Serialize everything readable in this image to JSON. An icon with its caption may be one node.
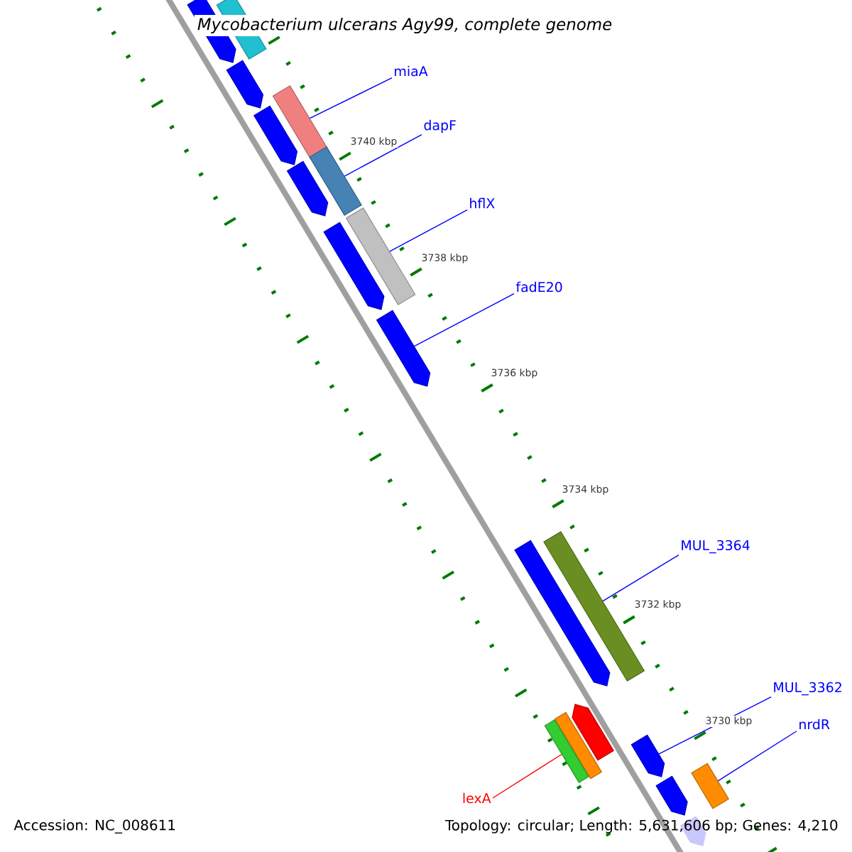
{
  "diagram": {
    "title": "Mycobacterium ulcerans Agy99, complete genome",
    "nodes": [
      {
        "text": [
          "miaA"
        ]
      },
      {
        "text": [
          "dapF"
        ]
      },
      {
        "text": [
          "hflX"
        ]
      },
      {
        "text": [
          "fadE20"
        ]
      },
      {
        "text": [
          "MUL_3364"
        ]
      },
      {
        "text": [
          "MUL_3362"
        ]
      },
      {
        "text": [
          "nrdR"
        ]
      },
      {
        "text": [
          "lexA"
        ]
      },
      {
        "text": [],
        "shape": "bar"
      },
      {
        "text": [],
        "shape": "arrow"
      },
      {
        "text": [],
        "shape": "arrow"
      },
      {
        "text": [],
        "shape": "bar"
      },
      {
        "text": [],
        "shape": "arrow"
      },
      {
        "text": [],
        "shape": "bar"
      },
      {
        "text": [],
        "shape": "arrow"
      },
      {
        "text": [],
        "shape": "bar"
      },
      {
        "text": [],
        "shape": "arrow"
      },
      {
        "text": [],
        "shape": "arrow"
      },
      {
        "text": [],
        "shape": "bar"
      },
      {
        "text": [],
        "shape": "arrow"
      },
      {
        "text": [],
        "shape": "arrow"
      },
      {
        "text": [],
        "shape": "bar"
      },
      {
        "text": [],
        "shape": "bar"
      },
      {
        "text": [],
        "shape": "arrow"
      },
      {
        "text": [],
        "shape": "bar"
      },
      {
        "text": [],
        "shape": "arrow"
      },
      {
        "text": [],
        "shape": "arrow"
      }
    ],
    "edges": [
      {
        "from": 0,
        "to": 11,
        "arrow": "none"
      },
      {
        "from": 1,
        "to": 13,
        "arrow": "none"
      },
      {
        "from": 2,
        "to": 15,
        "arrow": "none"
      },
      {
        "from": 3,
        "to": 17,
        "arrow": "none"
      },
      {
        "from": 4,
        "to": 18,
        "arrow": "none"
      },
      {
        "from": 5,
        "to": 23,
        "arrow": "none"
      },
      {
        "from": 6,
        "to": 24,
        "arrow": "none"
      },
      {
        "from": 7,
        "to": 22,
        "arrow": "none",
        "color": "#ff0000"
      }
    ],
    "labels": [
      "3740 kbp",
      "3738 kbp",
      "3736 kbp",
      "3734 kbp",
      "3732 kbp",
      "3730 kbp",
      "Accession: NC_008611",
      "Topology: circular; Length: 5,631,606 bp; Genes: 4,210"
    ]
  }
}
